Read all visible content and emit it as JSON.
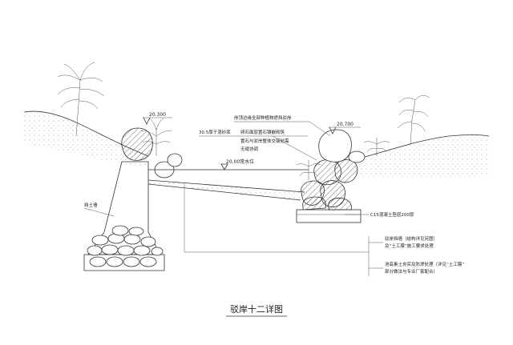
{
  "title": "驳岸十二详图",
  "elevations": {
    "left_top": "20.300",
    "right_top": "20.700",
    "water_level": "20.00常水位"
  },
  "labels": {
    "retaining_wall": "挡土墙",
    "planting_note": "岸顶边缘全部种植物遮挡驳岸",
    "gravel_note": "30.5厚干混砂浆",
    "stone_note_1": "卵石面层置石镶嵌砌筑",
    "stone_note_2": "置石与驳岸整体交接处需",
    "stone_note_3": "无缝协调",
    "base_note": "C15混凝土垫层200厚",
    "callout_1_line1": "驳岸挡墙（结构详见另图）",
    "callout_1_line2": "及“土工膜”施工要求处理",
    "callout_2_line1": "池底素土夯实及防渗处理（详见“土工膜”",
    "callout_2_line2": "部分做法与专业厂家配合）"
  },
  "colors": {
    "line": "#333333",
    "background": "#ffffff"
  }
}
